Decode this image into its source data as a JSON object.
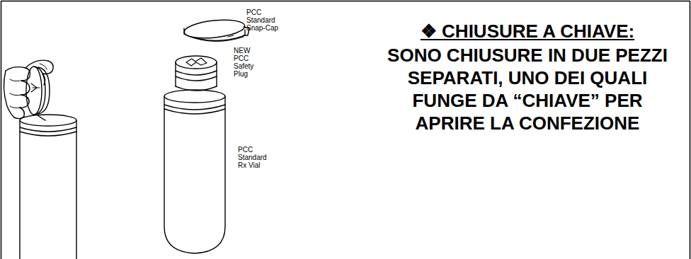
{
  "diagram": {
    "labels": [
      "PCC Standard Snap-Cap",
      "NEW PCC Safety Plug",
      "PCC Standard Rx Vial",
      "❖ CHIUSURE A CHIAVE:",
      "SONO CHIUSURE IN DUE PEZZI SEPARATI, UNO DEI QUALI FUNGE DA “CHIAVE” PER APRIRE LA CONFEZIONE"
    ]
  }
}
